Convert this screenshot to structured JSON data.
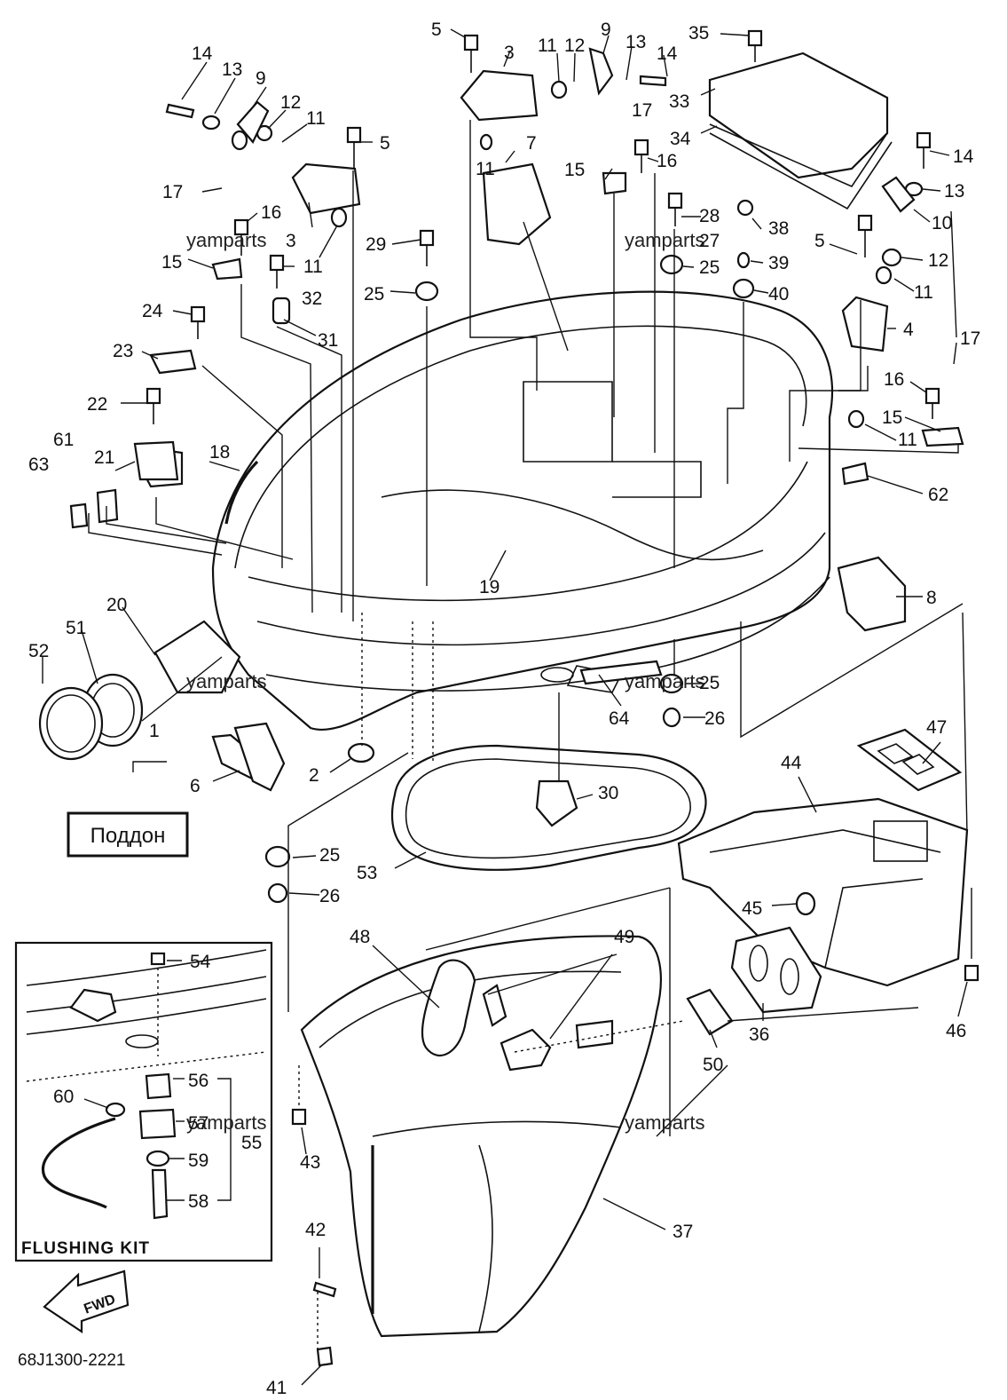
{
  "diagram": {
    "part_code": "68J1300-2221",
    "tray_label": "Поддон",
    "inset_title": "FLUSHING KIT",
    "direction_label": "FWD",
    "watermark": "yamparts",
    "callouts": {
      "n1": "1",
      "n2": "2",
      "n3a": "3",
      "n3b": "3",
      "n4": "4",
      "n5a": "5",
      "n5b": "5",
      "n5c": "5",
      "n6": "6",
      "n7": "7",
      "n8": "8",
      "n9a": "9",
      "n9b": "9",
      "n10": "10",
      "n11a": "11",
      "n11b": "11",
      "n11c": "11",
      "n11d": "11",
      "n11e": "11",
      "n11f": "11",
      "n12a": "12",
      "n12b": "12",
      "n12c": "12",
      "n13a": "13",
      "n13b": "13",
      "n13c": "13",
      "n14a": "14",
      "n14b": "14",
      "n14c": "14",
      "n15a": "15",
      "n15b": "15",
      "n15c": "15",
      "n16a": "16",
      "n16b": "16",
      "n16c": "16",
      "n17a": "17",
      "n17b": "17",
      "n17c": "17",
      "n18": "18",
      "n19": "19",
      "n20": "20",
      "n21": "21",
      "n22": "22",
      "n23": "23",
      "n24": "24",
      "n25a": "25",
      "n25b": "25",
      "n25c": "25",
      "n25d": "25",
      "n26a": "26",
      "n26b": "26",
      "n27": "27",
      "n28": "28",
      "n29": "29",
      "n30": "30",
      "n31": "31",
      "n32": "32",
      "n33": "33",
      "n34": "34",
      "n35": "35",
      "n36": "36",
      "n37": "37",
      "n38": "38",
      "n39": "39",
      "n40": "40",
      "n41": "41",
      "n42": "42",
      "n43": "43",
      "n44": "44",
      "n45": "45",
      "n46": "46",
      "n47": "47",
      "n48": "48",
      "n49": "49",
      "n50": "50",
      "n51": "51",
      "n52": "52",
      "n53": "53",
      "n54": "54",
      "n55": "55",
      "n56": "56",
      "n57": "57",
      "n58": "58",
      "n59": "59",
      "n60": "60",
      "n61": "61",
      "n62": "62",
      "n63": "63",
      "n64": "64"
    }
  }
}
